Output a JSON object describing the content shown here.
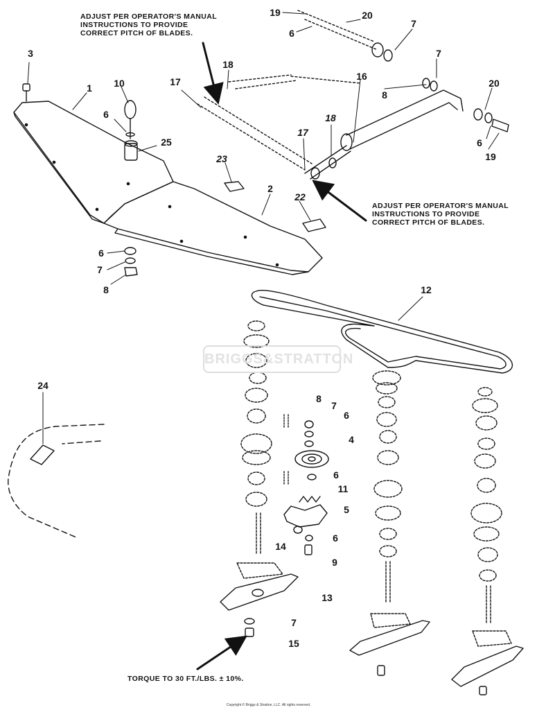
{
  "notes": {
    "top_left": "ADJUST PER OPERATOR'S MANUAL\nINSTRUCTIONS TO PROVIDE\nCORRECT PITCH OF BLADES.",
    "mid_right": "ADJUST PER OPERATOR'S MANUAL\nINSTRUCTIONS TO PROVIDE\nCORRECT PITCH OF BLADES.",
    "torque": "TORQUE TO 30 FT./LBS. ± 10%."
  },
  "watermark": "BRIGGS&STRATTON",
  "copyright": "Copyright © Briggs & Stratton, LLC. All rights reserved.",
  "callouts": [
    {
      "id": "c19a",
      "label": "19"
    },
    {
      "id": "c20a",
      "label": "20"
    },
    {
      "id": "c6a",
      "label": "6"
    },
    {
      "id": "c7a",
      "label": "7"
    },
    {
      "id": "c7b",
      "label": "7"
    },
    {
      "id": "c8a",
      "label": "8"
    },
    {
      "id": "c20b",
      "label": "20"
    },
    {
      "id": "c6b",
      "label": "6"
    },
    {
      "id": "c19b",
      "label": "19"
    },
    {
      "id": "c3",
      "label": "3"
    },
    {
      "id": "c1",
      "label": "1"
    },
    {
      "id": "c10",
      "label": "10"
    },
    {
      "id": "c17a",
      "label": "17"
    },
    {
      "id": "c18a",
      "label": "18"
    },
    {
      "id": "c16",
      "label": "16"
    },
    {
      "id": "c6c",
      "label": "6"
    },
    {
      "id": "c25",
      "label": "25"
    },
    {
      "id": "c18b",
      "label": "18"
    },
    {
      "id": "c17b",
      "label": "17"
    },
    {
      "id": "c23",
      "label": "23"
    },
    {
      "id": "c22",
      "label": "22"
    },
    {
      "id": "c2",
      "label": "2"
    },
    {
      "id": "c6d",
      "label": "6"
    },
    {
      "id": "c7c",
      "label": "7"
    },
    {
      "id": "c8b",
      "label": "8"
    },
    {
      "id": "c12",
      "label": "12"
    },
    {
      "id": "c24",
      "label": "24"
    },
    {
      "id": "c8c",
      "label": "8"
    },
    {
      "id": "c7d",
      "label": "7"
    },
    {
      "id": "c6e",
      "label": "6"
    },
    {
      "id": "c4",
      "label": "4"
    },
    {
      "id": "c6f",
      "label": "6"
    },
    {
      "id": "c11",
      "label": "11"
    },
    {
      "id": "c5",
      "label": "5"
    },
    {
      "id": "c14",
      "label": "14"
    },
    {
      "id": "c6g",
      "label": "6"
    },
    {
      "id": "c9",
      "label": "9"
    },
    {
      "id": "c13",
      "label": "13"
    },
    {
      "id": "c7e",
      "label": "7"
    },
    {
      "id": "c15",
      "label": "15"
    }
  ]
}
